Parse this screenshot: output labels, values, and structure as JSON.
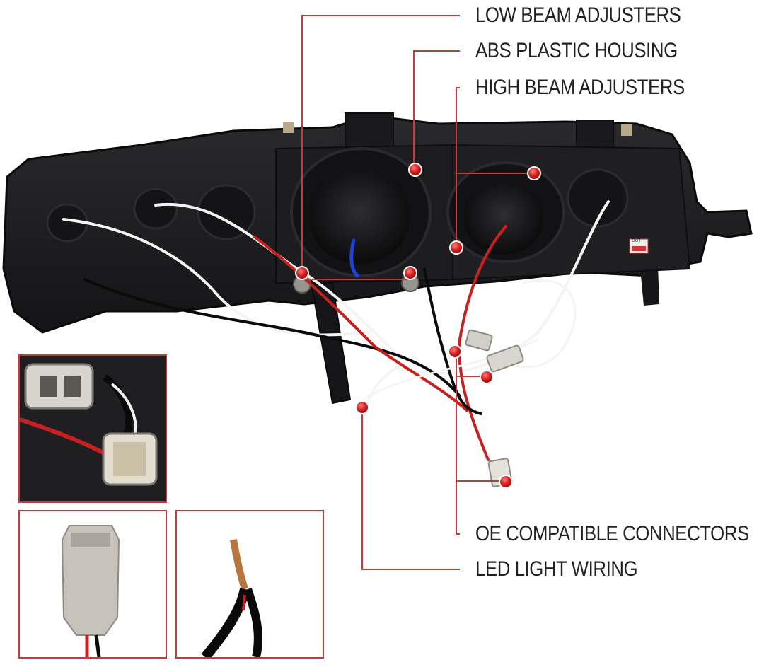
{
  "callouts": {
    "low_beam": "LOW BEAM ADJUSTERS",
    "abs_housing": "ABS PLASTIC HOUSING",
    "high_beam": "HIGH BEAM ADJUSTERS",
    "oe_connectors": "OE COMPATIBLE CONNECTORS",
    "led_wiring": "LED LIGHT WIRING"
  },
  "sticker_text": "DOT",
  "colors": {
    "accent": "#c23b3b",
    "leader_line": "#c23b3b",
    "housing": "#1c1c1e",
    "text": "#222222"
  }
}
